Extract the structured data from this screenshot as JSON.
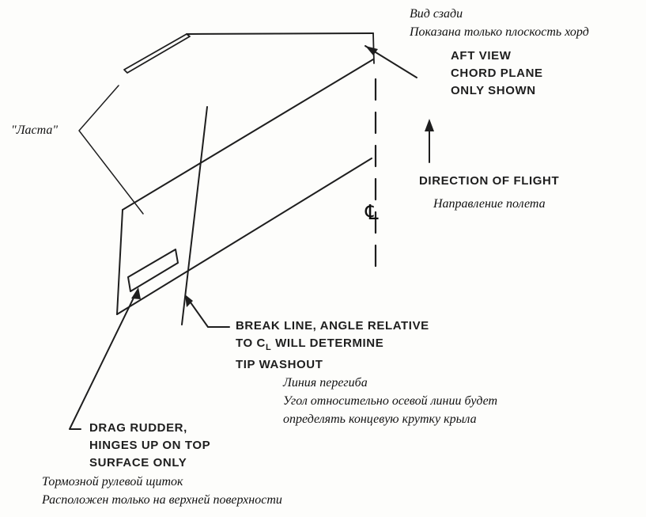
{
  "colors": {
    "ink": "#1e1e1e",
    "paper": "#fdfdfb"
  },
  "aft_view": {
    "ru": [
      "Вид сзади",
      "Показана только плоскость хорд"
    ],
    "en": [
      "AFT VIEW",
      "CHORD PLANE",
      "ONLY SHOWN"
    ]
  },
  "laste_label": "\"Ласта\"",
  "direction": {
    "en": "DIRECTION OF FLIGHT",
    "ru": "Направление полета"
  },
  "centerline_symbol": "℄",
  "break_line": {
    "en_line1": "BREAK LINE, ANGLE RELATIVE",
    "en_line2_pre": "TO C",
    "en_line2_sub": "L",
    "en_line2_post": " WILL DETERMINE",
    "en_line3": "TIP WASHOUT",
    "ru": [
      "Линия перегиба",
      "Угол относительно осевой линии будет",
      "определять концевую крутку крыла"
    ]
  },
  "drag_rudder": {
    "en": [
      "DRAG RUDDER,",
      "HINGES UP ON TOP",
      "SURFACE ONLY"
    ],
    "ru": [
      "Тормозной рулевой щиток",
      "Расположен только на верхней поверхности"
    ]
  }
}
